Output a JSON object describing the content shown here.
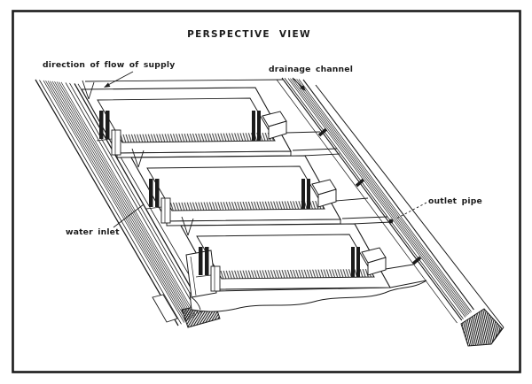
{
  "figure": {
    "title": "PERSPECTIVE VIEW",
    "labels": {
      "flow_direction": "direction of flow of supply",
      "drainage_channel": "drainage channel",
      "outlet_pipe": "outlet pipe",
      "water_inlet": "water inlet"
    },
    "colors": {
      "ink": "#1b1b1b",
      "paper": "#ffffff"
    }
  }
}
